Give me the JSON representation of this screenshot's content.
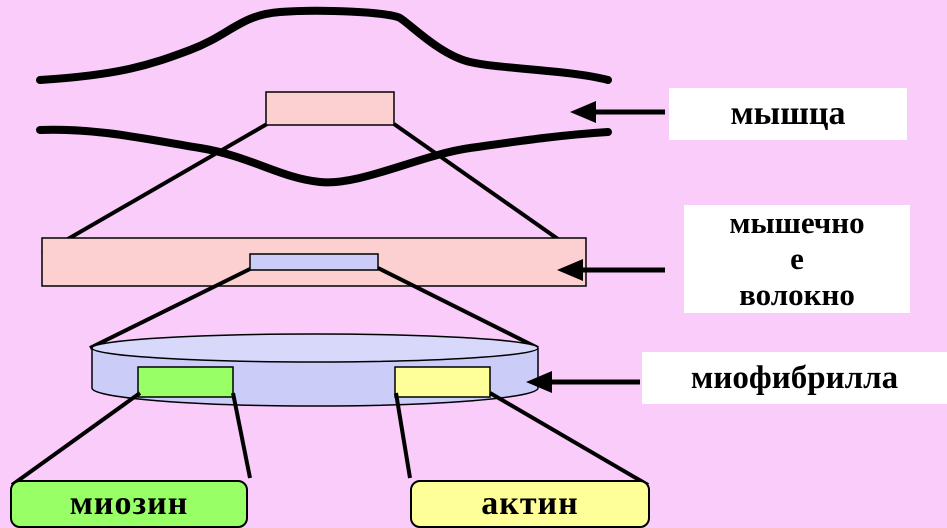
{
  "labels": {
    "muscle": "мышца",
    "fiber_line1": "мышечно",
    "fiber_line2": "е",
    "fiber_line3": "волокно",
    "myofibril": "миофибрилла",
    "myosin": "миозин",
    "actin": "актин"
  },
  "colors": {
    "background": "#f9ccf9",
    "muscle_segment": "#fcd0d0",
    "fiber": "#fcd0d0",
    "myofibril": "#ccccf9",
    "myosin": "#99ff66",
    "actin": "#ffff99"
  }
}
